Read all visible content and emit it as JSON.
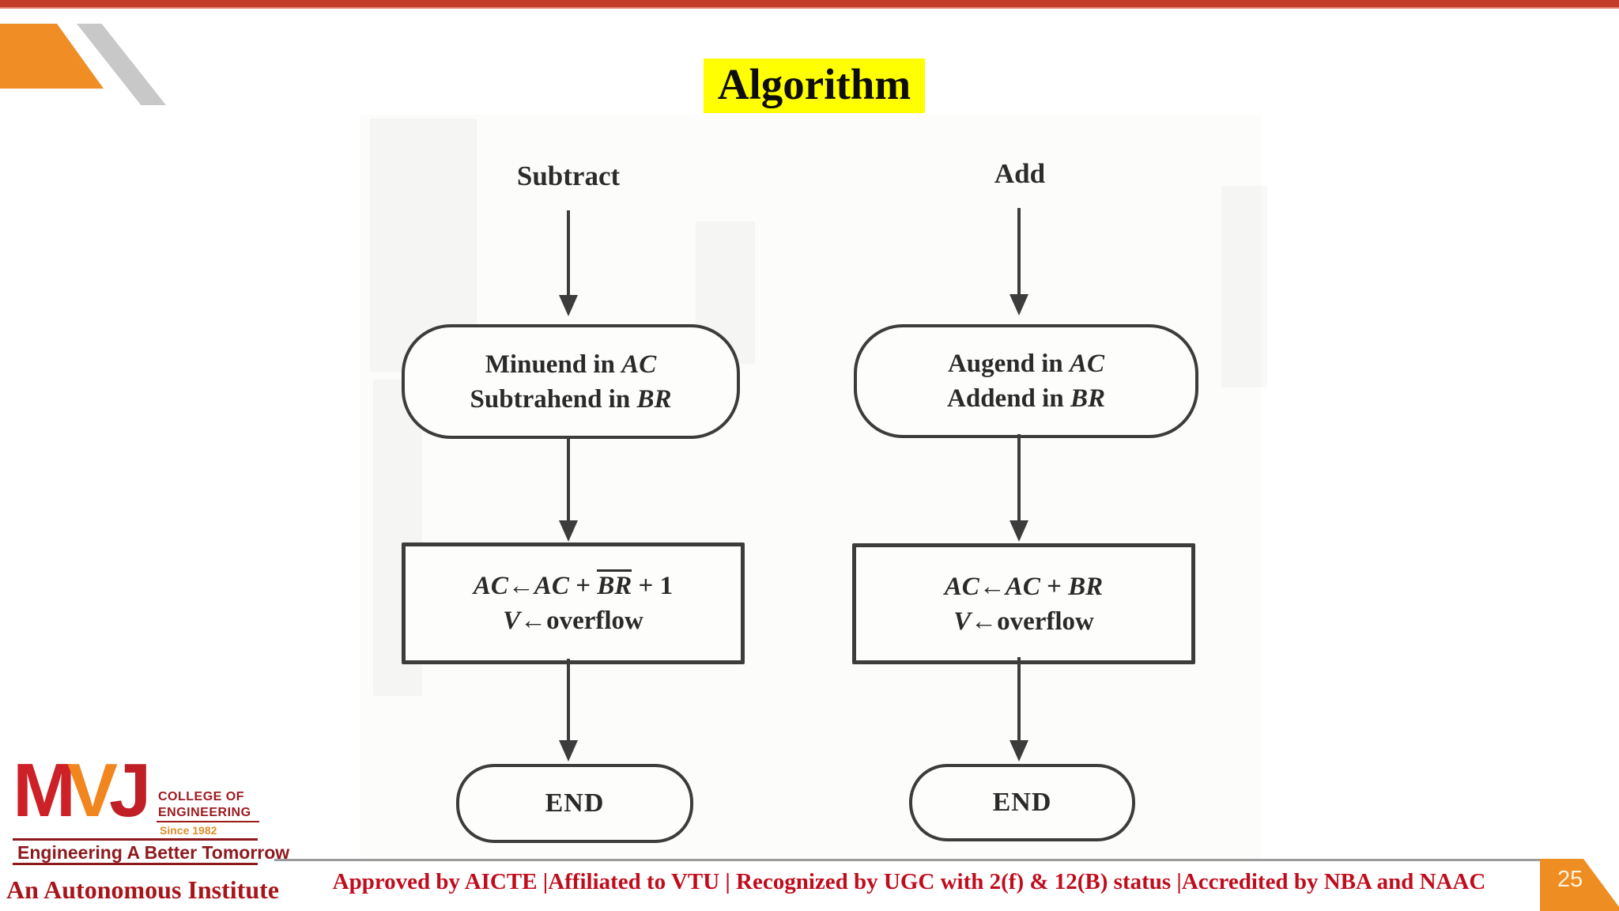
{
  "title": {
    "text": "Algorithm",
    "highlight_color": "#ffff00"
  },
  "diagram": {
    "left": {
      "entry_label": "Subtract",
      "input_line1_text": "Minuend in ",
      "input_line1_var": "AC",
      "input_line2_text": "Subtrahend in ",
      "input_line2_var": "BR",
      "proc_var1": "AC",
      "proc_arrow1": "←",
      "proc_var2": "AC",
      "proc_plus": " + ",
      "proc_var3": "BR",
      "proc_tail": " + 1",
      "proc2_var": "V",
      "proc2_arrow": "←",
      "proc2_text": "overflow",
      "end_label": "END"
    },
    "right": {
      "entry_label": "Add",
      "input_line1_text": "Augend in ",
      "input_line1_var": "AC",
      "input_line2_text": "Addend in ",
      "input_line2_var": "BR",
      "proc_var1": "AC",
      "proc_arrow1": "←",
      "proc_var2": "AC",
      "proc_plus": " + ",
      "proc_var3": "BR",
      "proc_tail": "",
      "proc2_var": "V",
      "proc2_arrow": "←",
      "proc2_text": "overflow",
      "end_label": "END"
    }
  },
  "logo": {
    "wordmark_m": "M",
    "wordmark_v": "V",
    "wordmark_j": "J",
    "college_line1": "COLLEGE OF",
    "college_line2": "ENGINEERING",
    "since": "Since 1982",
    "tagline": "Engineering A Better Tomorrow",
    "autonomous": "An Autonomous Institute"
  },
  "footer": {
    "accreditation": "Approved by AICTE |Affiliated to VTU | Recognized by UGC with 2(f) & 12(B) status |Accredited by NBA and NAAC"
  },
  "page_number": "25",
  "colors": {
    "top_bar_red": "#c23b2b",
    "deco_orange": "#f08d24",
    "deco_gray": "#c8c8c8",
    "title_highlight": "#ffff00",
    "diagram_ink": "#3c3c3c",
    "footer_red": "#c00d1d",
    "logo_maroon": "#9c1b20",
    "logo_orange": "#f1861f",
    "page_flag_orange": "#ee8d22"
  }
}
